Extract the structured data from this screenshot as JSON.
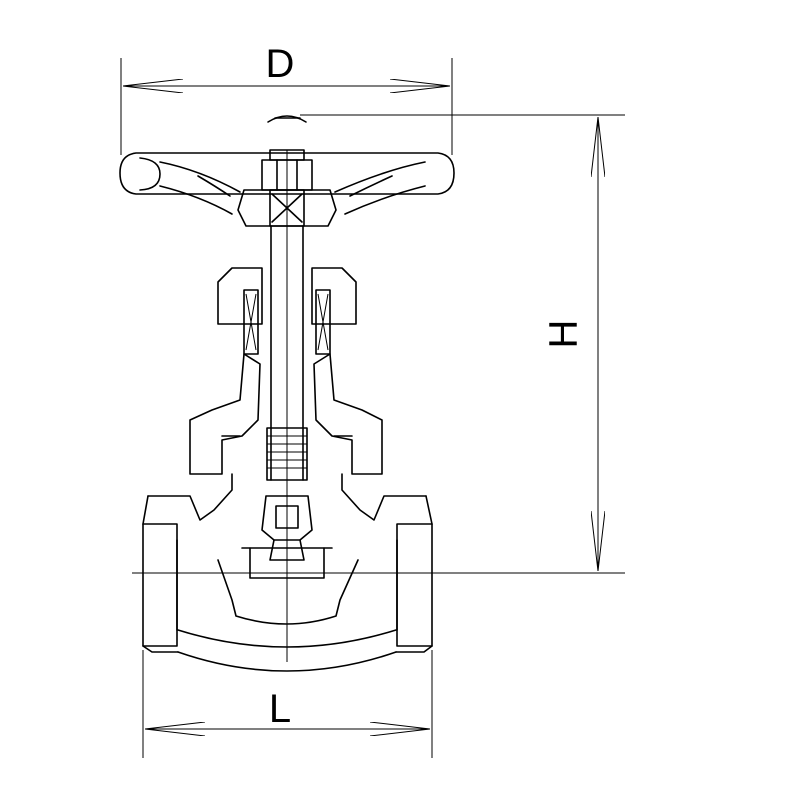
{
  "dimensions": {
    "diameter_label": "D",
    "height_label": "H",
    "length_label": "L"
  },
  "colors": {
    "line": "#000000",
    "background": "#ffffff"
  }
}
